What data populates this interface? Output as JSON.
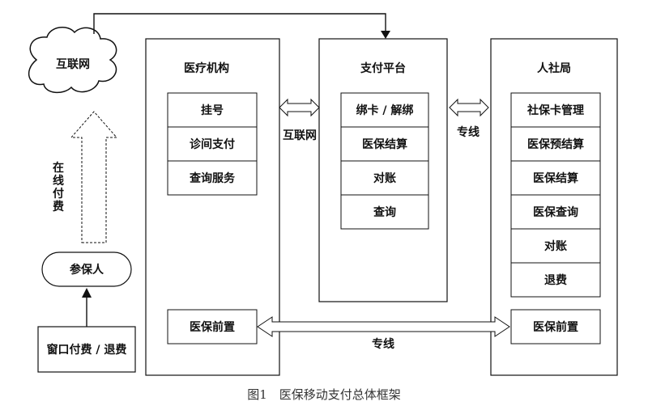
{
  "internet_cloud": {
    "label": "互联网"
  },
  "online_payment": {
    "chars": [
      "在",
      "线",
      "付",
      "费"
    ]
  },
  "insured_person": {
    "label": "参保人"
  },
  "window_payment": {
    "label": "窗口付费 / 退费"
  },
  "medical_institution": {
    "title": "医疗机构",
    "services": [
      "挂号",
      "诊间支付",
      "查询服务"
    ],
    "front_gateway": "医保前置"
  },
  "payment_platform": {
    "title": "支付平台",
    "services": [
      "绑卡 / 解绑",
      "医保结算",
      "对账",
      "查询"
    ]
  },
  "social_security_bureau": {
    "title": "人社局",
    "services": [
      "社保卡管理",
      "医保预结算",
      "医保结算",
      "医保查询",
      "对账",
      "退费"
    ],
    "front_gateway": "医保前置"
  },
  "links": {
    "internet_label": "互联网",
    "dedicated_line_top": "专线",
    "dedicated_line_bottom": "专线"
  },
  "caption": "图1　医保移动支付总体框架"
}
